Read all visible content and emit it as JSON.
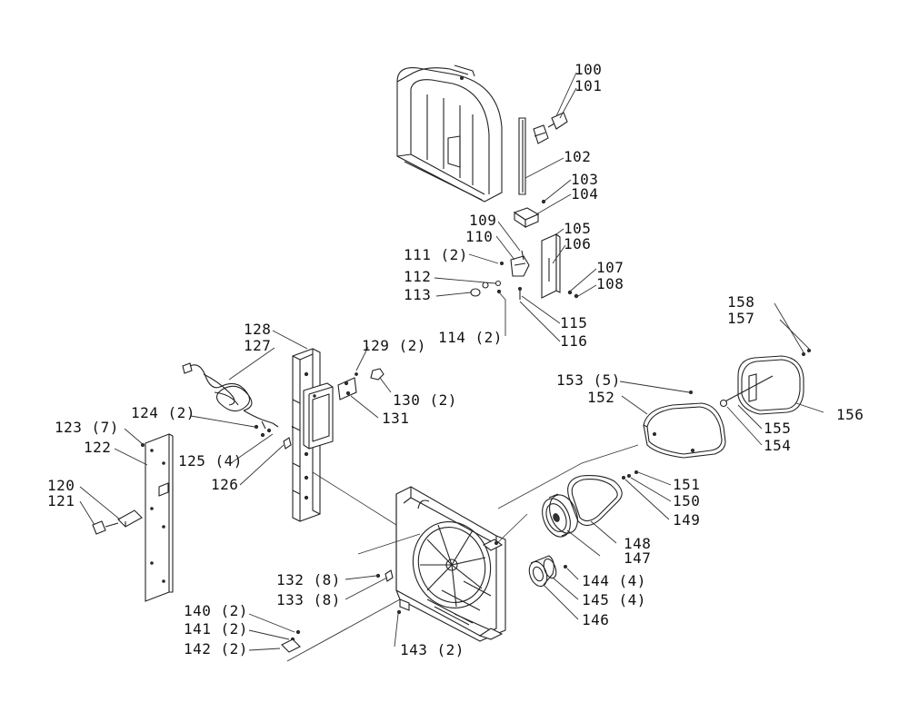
{
  "diagram": {
    "callouts": [
      {
        "id": "l100",
        "text": "100"
      },
      {
        "id": "l101",
        "text": "101"
      },
      {
        "id": "l102",
        "text": "102"
      },
      {
        "id": "l103",
        "text": "103"
      },
      {
        "id": "l104",
        "text": "104"
      },
      {
        "id": "l105",
        "text": "105"
      },
      {
        "id": "l106",
        "text": "106"
      },
      {
        "id": "l107",
        "text": "107"
      },
      {
        "id": "l108",
        "text": "108"
      },
      {
        "id": "l109",
        "text": "109"
      },
      {
        "id": "l110",
        "text": "110"
      },
      {
        "id": "l111",
        "text": "111 (2)"
      },
      {
        "id": "l112",
        "text": "112"
      },
      {
        "id": "l113",
        "text": "113"
      },
      {
        "id": "l114",
        "text": "114 (2)"
      },
      {
        "id": "l115",
        "text": "115"
      },
      {
        "id": "l116",
        "text": "116"
      },
      {
        "id": "l120",
        "text": "120"
      },
      {
        "id": "l121",
        "text": "121"
      },
      {
        "id": "l122",
        "text": "122"
      },
      {
        "id": "l123",
        "text": "123 (7)"
      },
      {
        "id": "l124",
        "text": "124 (2)"
      },
      {
        "id": "l125",
        "text": "125 (4)"
      },
      {
        "id": "l126",
        "text": "126"
      },
      {
        "id": "l127",
        "text": "127"
      },
      {
        "id": "l128",
        "text": "128"
      },
      {
        "id": "l129",
        "text": "129 (2)"
      },
      {
        "id": "l130",
        "text": "130 (2)"
      },
      {
        "id": "l131",
        "text": "131"
      },
      {
        "id": "l132",
        "text": "132 (8)"
      },
      {
        "id": "l133",
        "text": "133 (8)"
      },
      {
        "id": "l140",
        "text": "140 (2)"
      },
      {
        "id": "l141",
        "text": "141 (2)"
      },
      {
        "id": "l142",
        "text": "142 (2)"
      },
      {
        "id": "l143",
        "text": "143 (2)"
      },
      {
        "id": "l144",
        "text": "144 (4)"
      },
      {
        "id": "l145",
        "text": "145 (4)"
      },
      {
        "id": "l146",
        "text": "146"
      },
      {
        "id": "l147",
        "text": "147"
      },
      {
        "id": "l148",
        "text": "148"
      },
      {
        "id": "l149",
        "text": "149"
      },
      {
        "id": "l150",
        "text": "150"
      },
      {
        "id": "l151",
        "text": "151"
      },
      {
        "id": "l152",
        "text": "152"
      },
      {
        "id": "l153",
        "text": "153 (5)"
      },
      {
        "id": "l154",
        "text": "154"
      },
      {
        "id": "l155",
        "text": "155"
      },
      {
        "id": "l156",
        "text": "156"
      },
      {
        "id": "l157",
        "text": "157"
      },
      {
        "id": "l158",
        "text": "158"
      }
    ]
  }
}
